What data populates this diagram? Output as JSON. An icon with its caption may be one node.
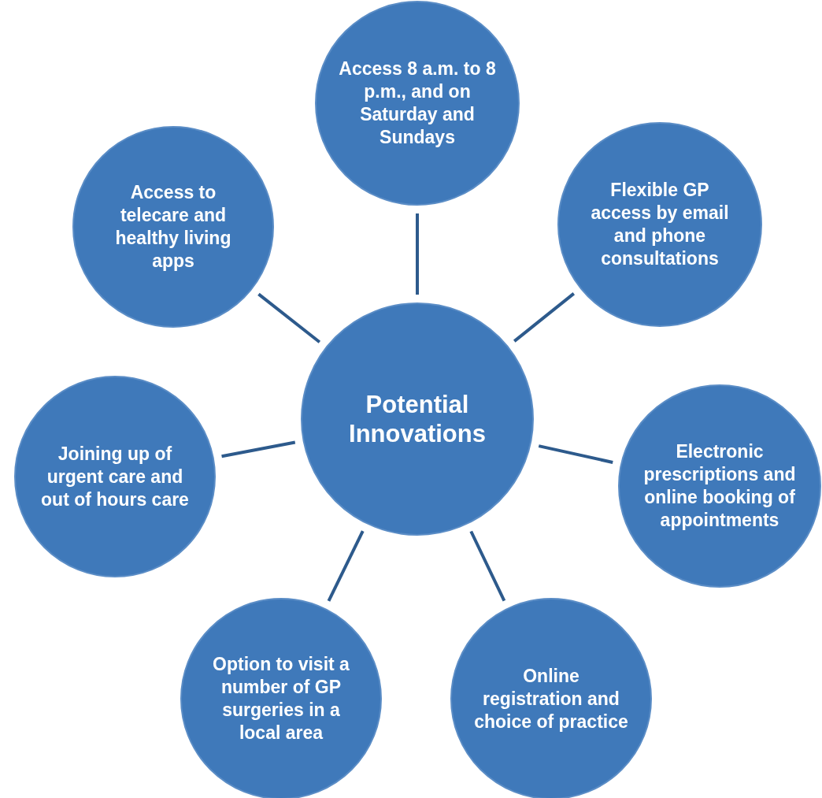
{
  "diagram": {
    "nodes": [
      {
        "text": [
          "Potential Innovations"
        ]
      },
      {
        "text": [
          "Access 8 a.m. to 8 p.m., and on Saturday and Sundays"
        ]
      },
      {
        "text": [
          "Flexible GP access by email and phone consultations"
        ]
      },
      {
        "text": [
          "Electronic prescriptions and online booking of appointments"
        ]
      },
      {
        "text": [
          "Online registration and choice of practice"
        ]
      },
      {
        "text": [
          "Option to visit a number of GP surgeries in a local area"
        ]
      },
      {
        "text": [
          "Joining up of urgent care and out of hours care"
        ]
      },
      {
        "text": [
          "Access to telecare and healthy living apps"
        ]
      }
    ],
    "edges": [
      {
        "from": 0,
        "to": 1,
        "arrow": "none"
      },
      {
        "from": 0,
        "to": 2,
        "arrow": "none"
      },
      {
        "from": 0,
        "to": 3,
        "arrow": "none"
      },
      {
        "from": 0,
        "to": 4,
        "arrow": "none"
      },
      {
        "from": 0,
        "to": 5,
        "arrow": "none"
      },
      {
        "from": 0,
        "to": 6,
        "arrow": "none"
      },
      {
        "from": 0,
        "to": 7,
        "arrow": "none"
      }
    ]
  }
}
